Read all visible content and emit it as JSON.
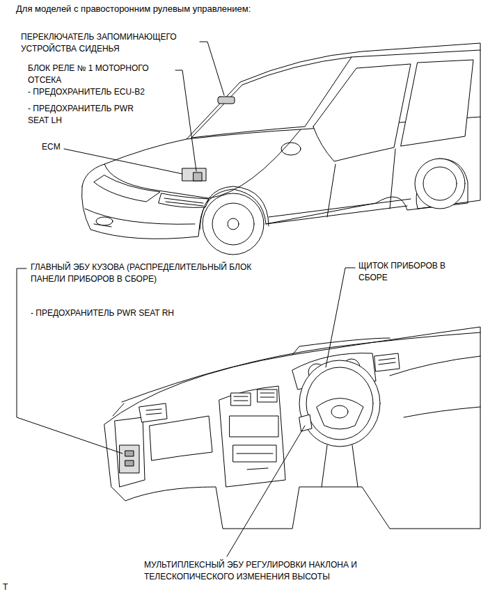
{
  "diagram": {
    "title": "Для моделей с правосторонним рулевым управлением:",
    "labels": [
      "ПЕРЕКЛЮЧАТЕЛЬ ЗАПОМИНАЮЩЕГО УСТРОЙСТВА СИДЕНЬЯ",
      "БЛОК РЕЛЕ № 1 МОТОРНОГО ОТСЕКА",
      "- ПРЕДОХРАНИТЕЛЬ ECU-B2",
      "- ПРЕДОХРАНИТЕЛЬ PWR SEAT LH",
      "ECM",
      "ГЛАВНЫЙ ЭБУ КУЗОВА (РАСПРЕДЕЛИТЕЛЬНЫЙ БЛОК ПАНЕЛИ ПРИБОРОВ В СБОРЕ)",
      "- ПРЕДОХРАНИТЕЛЬ PWR SEAT RH",
      "ЩИТОК ПРИБОРОВ В СБОРЕ",
      "МУЛЬТИПЛЕКСНЫЙ ЭБУ РЕГУЛИРОВКИ НАКЛОНА И ТЕЛЕСКОПИЧЕСКОГО ИЗМЕНЕНИЯ ВЫСОТЫ",
      "T"
    ]
  }
}
